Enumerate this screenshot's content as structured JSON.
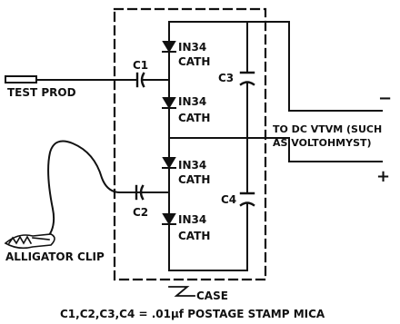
{
  "labels": {
    "test_prod": "TEST PROD",
    "alligator_clip": "ALLIGATOR CLIP",
    "c1": "C1",
    "c2": "C2",
    "c3": "C3",
    "c4": "C4",
    "diode1_type": "IN34",
    "diode1_cath": "CATH",
    "diode2_type": "IN34",
    "diode2_cath": "CATH",
    "diode3_type": "IN34",
    "diode3_cath": "CATH",
    "diode4_type": "IN34",
    "diode4_cath": "CATH",
    "vtvm_line1": "TO DC VTVM (SUCH",
    "vtvm_line2": "AS VOLTOHMYST)",
    "minus": "−",
    "plus": "+",
    "case": "CASE",
    "caption": "C1,C2,C3,C4 = .01µf POSTAGE STAMP MICA"
  }
}
